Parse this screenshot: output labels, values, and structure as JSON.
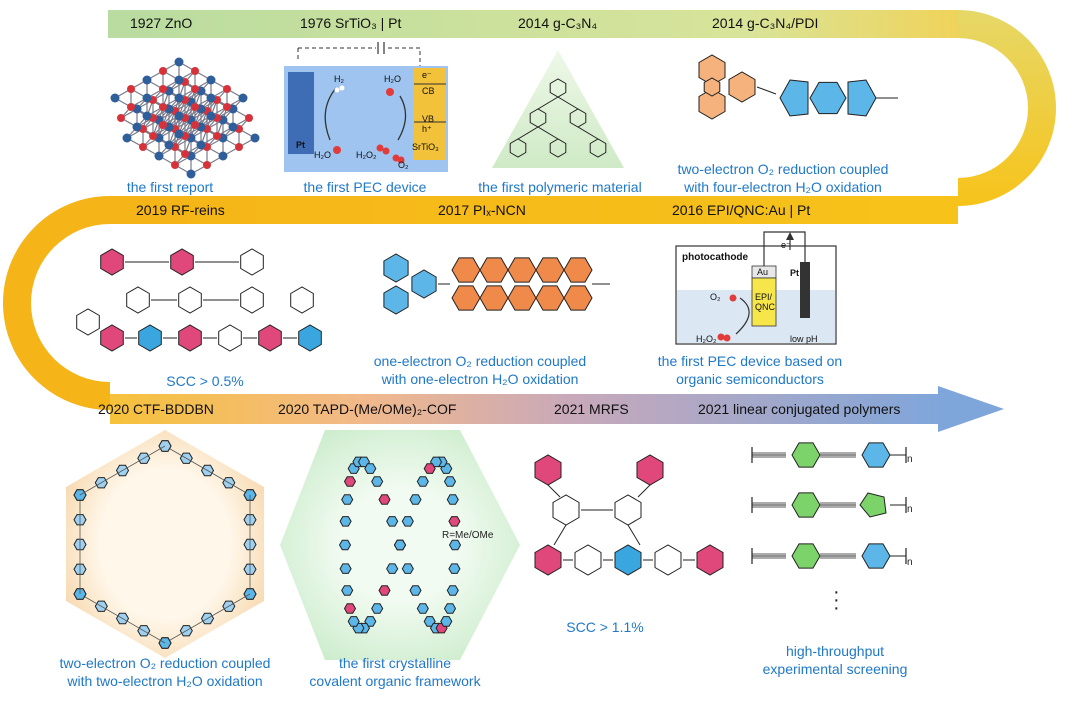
{
  "milestones": {
    "m1927": "1927  ZnO",
    "m1976": "1976  SrTiO₃ | Pt",
    "m2014a": "2014  g-C₃N₄",
    "m2014b": "2014  g-C₃N₄/PDI",
    "m2019": "2019  RF-reins",
    "m2017": "2017  PIₓ-NCN",
    "m2016": "2016  EPI/QNC:Au | Pt",
    "m2020a": "2020  CTF-BDDBN",
    "m2020b": "2020  TAPD-(Me/OMe)₂-COF",
    "m2021a": "2021  MRFS",
    "m2021b": "2021  linear conjugated polymers"
  },
  "captions": {
    "c1927": "the first report",
    "c1976": "the first PEC device",
    "c2014a": "the first polymeric material",
    "c2014b_1": "two-electron O₂ reduction coupled",
    "c2014b_2": "with four-electron H₂O oxidation",
    "c2019": "SCC > 0.5%",
    "c2017_1": "one-electron O₂ reduction coupled",
    "c2017_2": "with one-electron H₂O oxidation",
    "c2016_1": "the first PEC device based on",
    "c2016_2": "organic semiconductors",
    "c2020a_1": "two-electron O₂ reduction coupled",
    "c2020a_2": "with two-electron H₂O oxidation",
    "c2020b_1": "the first crystalline",
    "c2020b_2": "covalent organic framework",
    "c2021a": "SCC > 1.1%",
    "c2021b_1": "high-throughput",
    "c2021b_2": "experimental screening"
  },
  "device1976": {
    "pt": "Pt",
    "h2": "H₂",
    "h2o_left": "H₂O",
    "h2o_top": "H₂O",
    "h2o2": "H₂O₂",
    "o2": "O₂",
    "e": "e⁻",
    "cb": "CB",
    "vb": "VB",
    "h": "h⁺",
    "srtio3": "SrTiO₃"
  },
  "device2016": {
    "photocathode": "photocathode",
    "au": "Au",
    "epi": "EPI/",
    "qnc": "QNC",
    "pt": "Pt",
    "e": "e⁻",
    "o2": "O₂",
    "h2o2": "H₂O₂",
    "lowph": "low pH"
  },
  "cof_label": "R=Me/OMe",
  "polymer_subscripts": {
    "n1": "n",
    "n2": "n",
    "n3": "n"
  },
  "colors": {
    "band_green": "#c3e0a0",
    "band_yellow": "#f7c31a",
    "band_orange": "#f2a44a",
    "band_blue": "#7fa6da",
    "caption_blue": "#1f78c8",
    "triazine_blue": "#5cb6e8",
    "triazine_orange": "#f6b27c",
    "pdi_orange": "#f08a4b",
    "phenol_pink": "#e0477a",
    "phenol_blue": "#3aa6df",
    "ring_green": "#7bd36a"
  }
}
